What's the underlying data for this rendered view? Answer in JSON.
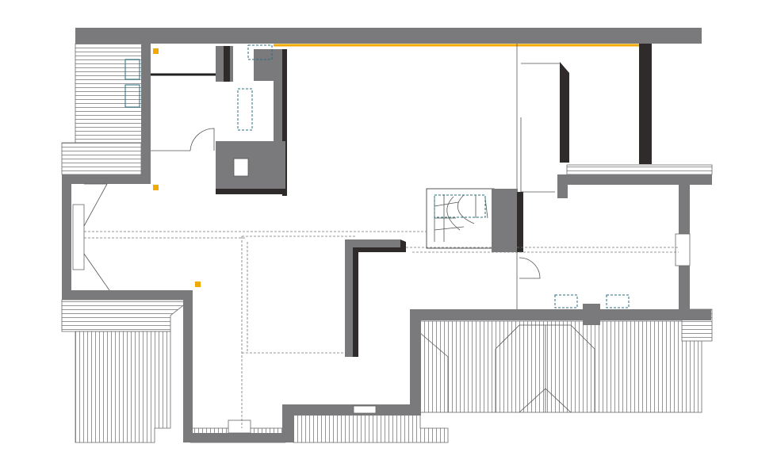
{
  "figure": {
    "kind": "floor-plan",
    "colors": {
      "wall": "#7a7a7c",
      "dark_fixture": "#2e2b2a",
      "roof_hatch": "#6a6a6a",
      "dashed_outline": "#2a6c7c",
      "accent": "#f2a900",
      "background": "#ffffff"
    },
    "elements": [
      "roof-top-left",
      "roof-left",
      "roof-bottom-left",
      "roof-bottom-right",
      "roof-right-strip",
      "staircase",
      "kitchen-unit",
      "wardrobe-wall",
      "l-shaped-counter",
      "skylights",
      "light-markers"
    ]
  }
}
